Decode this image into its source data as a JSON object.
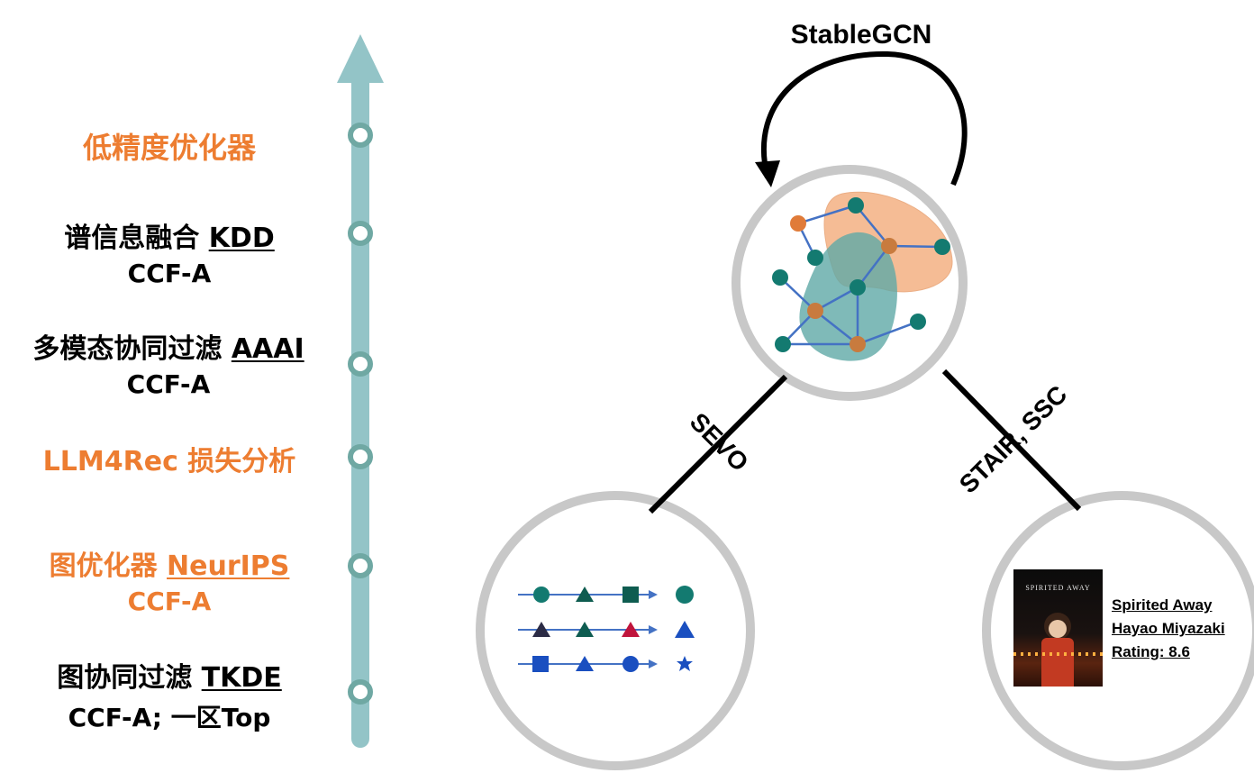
{
  "timeline": {
    "items": [
      {
        "line1": "低精度优化器",
        "venue": "",
        "line2": "",
        "color": "#ED7D31"
      },
      {
        "line1": "谱信息融合",
        "venue": "KDD",
        "line2": "CCF-A",
        "color": "#000000"
      },
      {
        "line1": "多模态协同过滤",
        "venue": "AAAI",
        "line2": "CCF-A",
        "color": "#000000"
      },
      {
        "line1": "LLM4Rec 损失分析",
        "venue": "",
        "line2": "",
        "color": "#ED7D31"
      },
      {
        "line1": "图优化器",
        "venue": "NeurIPS",
        "line2": "CCF-A",
        "color": "#ED7D31"
      },
      {
        "line1": "图协同过滤",
        "venue": "TKDE",
        "line2": "CCF-A; 一区Top",
        "color": "#000000"
      }
    ],
    "axis_color": "#93C4C7",
    "node_color": "#6FA8A3"
  },
  "diagram": {
    "top_label": "StableGCN",
    "left_edge_label": "SEVO",
    "right_edge_label": "STAIR, SSC",
    "movie": {
      "poster_title": "Spirited Away",
      "title": "Spirited Away",
      "director": "Hayao Miyazaki",
      "rating": "Rating: 8.6"
    },
    "colors": {
      "teal": "#137A70",
      "orange": "#E07B39",
      "edge_blue": "#4472C4",
      "blob_orange": "#F4B183",
      "blob_teal": "#5FA9A6",
      "circle_gray": "#C8C8C8"
    }
  }
}
